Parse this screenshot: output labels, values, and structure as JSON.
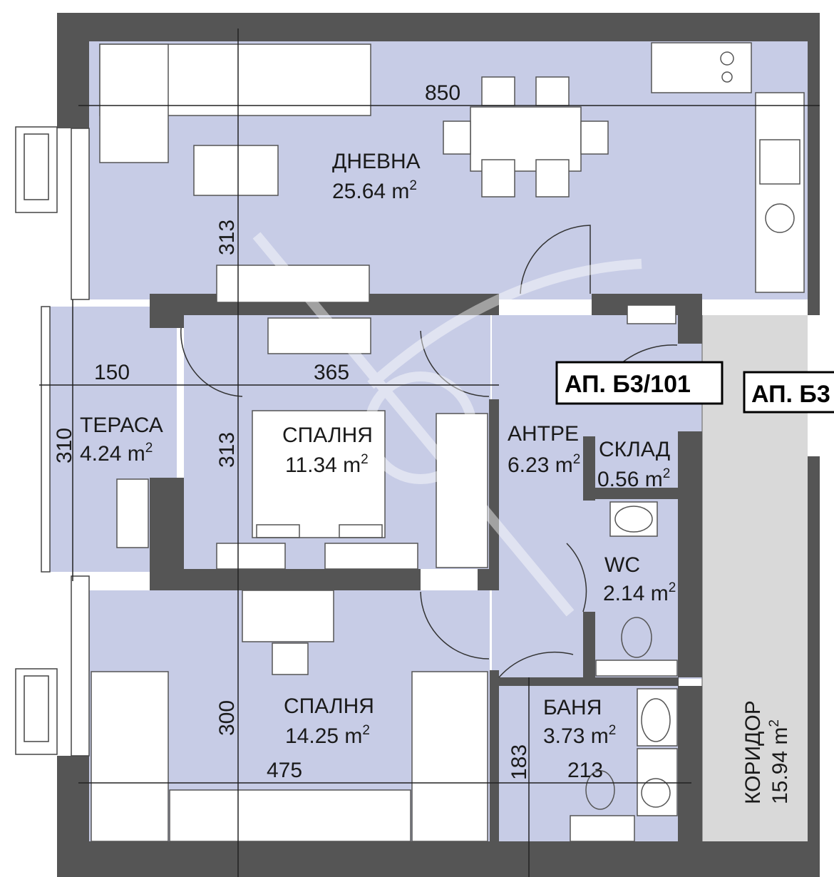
{
  "plan": {
    "apartment_label": "АП. Б3/101",
    "neighbor_label": "АП. Б3",
    "rooms": {
      "dnevna": {
        "name": "ДНЕВНА",
        "area": "25.64 m",
        "sup": "2"
      },
      "terasa": {
        "name": "ТЕРАСА",
        "area": "4.24 m",
        "sup": "2"
      },
      "spalnya1": {
        "name": "СПАЛНЯ",
        "area": "11.34 m",
        "sup": "2"
      },
      "antre": {
        "name": "АНТРЕ",
        "area": "6.23 m",
        "sup": "2"
      },
      "sklad": {
        "name": "СКЛАД",
        "area": "0.56 m",
        "sup": "2"
      },
      "wc": {
        "name": "WC",
        "area": "2.14 m",
        "sup": "2"
      },
      "spalnya2": {
        "name": "СПАЛНЯ",
        "area": "14.25 m",
        "sup": "2"
      },
      "banya": {
        "name": "БАНЯ",
        "area": "3.73 m",
        "sup": "2"
      },
      "koridor": {
        "name": "КОРИДОР",
        "area": "15.94 m",
        "sup": "2"
      }
    },
    "dimensions": {
      "living_width": "850",
      "living_depth": "313",
      "terrace_width": "150",
      "terrace_depth": "310",
      "bedroom1_width": "365",
      "bedroom1_depth": "313",
      "bedroom2_depth": "300",
      "bedroom2_width": "475",
      "bath_depth": "183",
      "bath_width": "213"
    },
    "colors": {
      "floor": "#c7cce6",
      "wall": "#555555",
      "corridor": "#d9d9d9",
      "furniture": "#ffffff",
      "dimension_line": "#222222",
      "watermark": "#ffffff"
    }
  }
}
